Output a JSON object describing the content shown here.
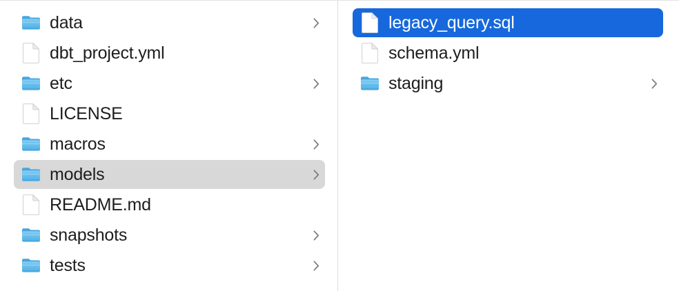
{
  "window": {
    "view": "column-view",
    "colors": {
      "selection_blue": "#1668dc",
      "inactive_selection_gray": "#d8d8d8",
      "folder_blue": "#57b6ec",
      "text": "#1d1d1f",
      "selected_text": "#ffffff",
      "divider": "#dcdcdc",
      "background": "#ffffff"
    }
  },
  "columns": [
    {
      "name": "parent-column",
      "items": [
        {
          "label": "data",
          "kind": "folder",
          "icon": "folder-icon",
          "has_chevron": true,
          "selected": false
        },
        {
          "label": "dbt_project.yml",
          "kind": "file",
          "icon": "document-icon",
          "has_chevron": false,
          "selected": false
        },
        {
          "label": "etc",
          "kind": "folder",
          "icon": "folder-icon",
          "has_chevron": true,
          "selected": false
        },
        {
          "label": "LICENSE",
          "kind": "file",
          "icon": "document-icon",
          "has_chevron": false,
          "selected": false
        },
        {
          "label": "macros",
          "kind": "folder",
          "icon": "folder-icon",
          "has_chevron": true,
          "selected": false
        },
        {
          "label": "models",
          "kind": "folder",
          "icon": "folder-icon",
          "has_chevron": true,
          "selected": true,
          "selection_style": "gray"
        },
        {
          "label": "README.md",
          "kind": "file",
          "icon": "document-icon",
          "has_chevron": false,
          "selected": false
        },
        {
          "label": "snapshots",
          "kind": "folder",
          "icon": "folder-icon",
          "has_chevron": true,
          "selected": false
        },
        {
          "label": "tests",
          "kind": "folder",
          "icon": "folder-icon",
          "has_chevron": true,
          "selected": false
        }
      ]
    },
    {
      "name": "child-column",
      "items": [
        {
          "label": "legacy_query.sql",
          "kind": "file",
          "icon": "document-icon",
          "has_chevron": false,
          "selected": true,
          "selection_style": "blue"
        },
        {
          "label": "schema.yml",
          "kind": "file",
          "icon": "document-icon",
          "has_chevron": false,
          "selected": false
        },
        {
          "label": "staging",
          "kind": "folder",
          "icon": "folder-icon",
          "has_chevron": true,
          "selected": false
        }
      ]
    }
  ]
}
